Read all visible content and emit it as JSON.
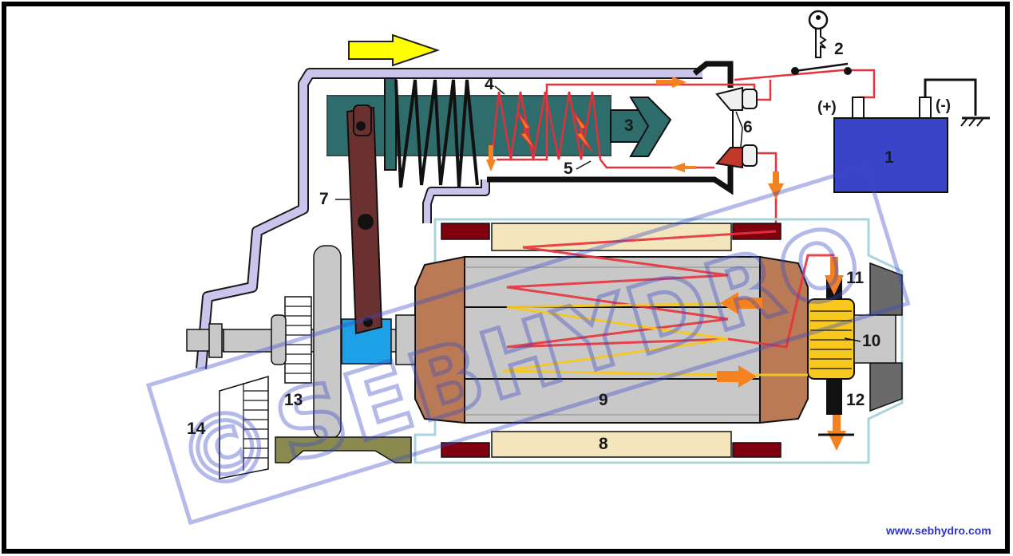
{
  "labels": {
    "battery": "1",
    "key": "2",
    "plunger": "3",
    "coil_pull_in": "4",
    "coil_hold_in": "5",
    "contacts": "6",
    "fork_lever": "7",
    "field_coil": "8",
    "armature": "9",
    "commutator": "10",
    "brush_positive": "11",
    "brush_negative": "12",
    "pinion": "13",
    "ring_gear": "14"
  },
  "battery": {
    "positive": "(+)",
    "negative": "(-)"
  },
  "watermark": {
    "text": "SEBHYDRO",
    "symbol": "©"
  },
  "footer": {
    "url": "www.sebhydro.com"
  },
  "colors": {
    "battery": "#3a44c8",
    "current_red": "#e8323c",
    "current_yellow": "#f7c81e",
    "flow_arrow": "#f58220",
    "solenoid_body": "#2e6e6e",
    "fork": "#6b3030",
    "housing_outline": "#a9d4dc",
    "frame_border": "#000000"
  }
}
